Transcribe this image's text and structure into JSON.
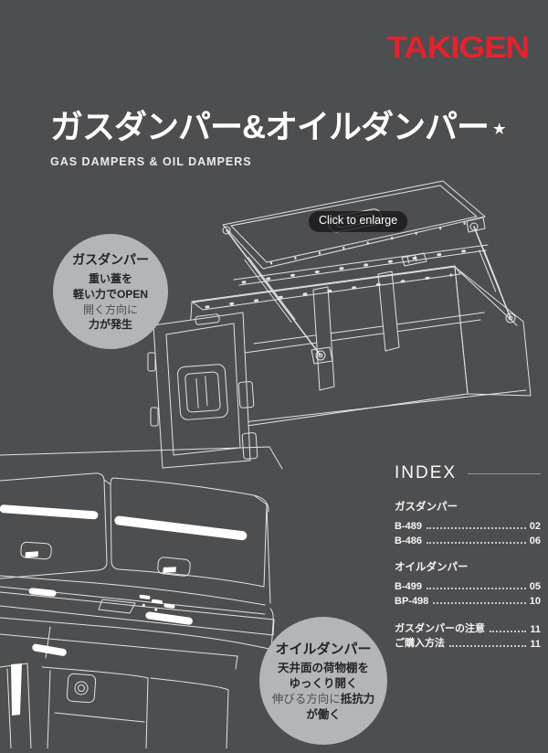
{
  "brand": {
    "logo": "TAKIGEN"
  },
  "hero": {
    "title": "ガスダンパー&オイルダンパー",
    "star": "★",
    "subtitle": "GAS DAMPERS & OIL DAMPERS"
  },
  "figure": {
    "enlarge_label": "Click to enlarge"
  },
  "gas_callout": {
    "title": "ガスダンパー",
    "lines": [
      "重い蓋を",
      "軽い力でOPEN",
      "開く方向に",
      "力が発生"
    ]
  },
  "oil_callout": {
    "title": "オイルダンパー",
    "line1": "天井面の荷物棚を",
    "line2": "ゆっくり開く",
    "line3_light": "伸びる方向に",
    "line3_bold": "抵抗力",
    "line4": "が働く"
  },
  "index": {
    "heading": "INDEX",
    "groups": [
      {
        "title": "ガスダンパー",
        "rows": [
          {
            "label": "B-489",
            "page": "02"
          },
          {
            "label": "B-486",
            "page": "06"
          }
        ]
      },
      {
        "title": "オイルダンパー",
        "rows": [
          {
            "label": "B-499",
            "page": "05"
          },
          {
            "label": "BP-498",
            "page": "10"
          }
        ]
      },
      {
        "title": "",
        "rows": [
          {
            "label": "ガスダンパーの注意",
            "page": "11"
          },
          {
            "label": "ご購入方法",
            "page": "11"
          }
        ]
      }
    ]
  },
  "colors": {
    "background": "#4D4E50",
    "accent_red": "#E3232D",
    "line_art": "#E2E3E4",
    "callout_bg": "#B4B5B7"
  }
}
